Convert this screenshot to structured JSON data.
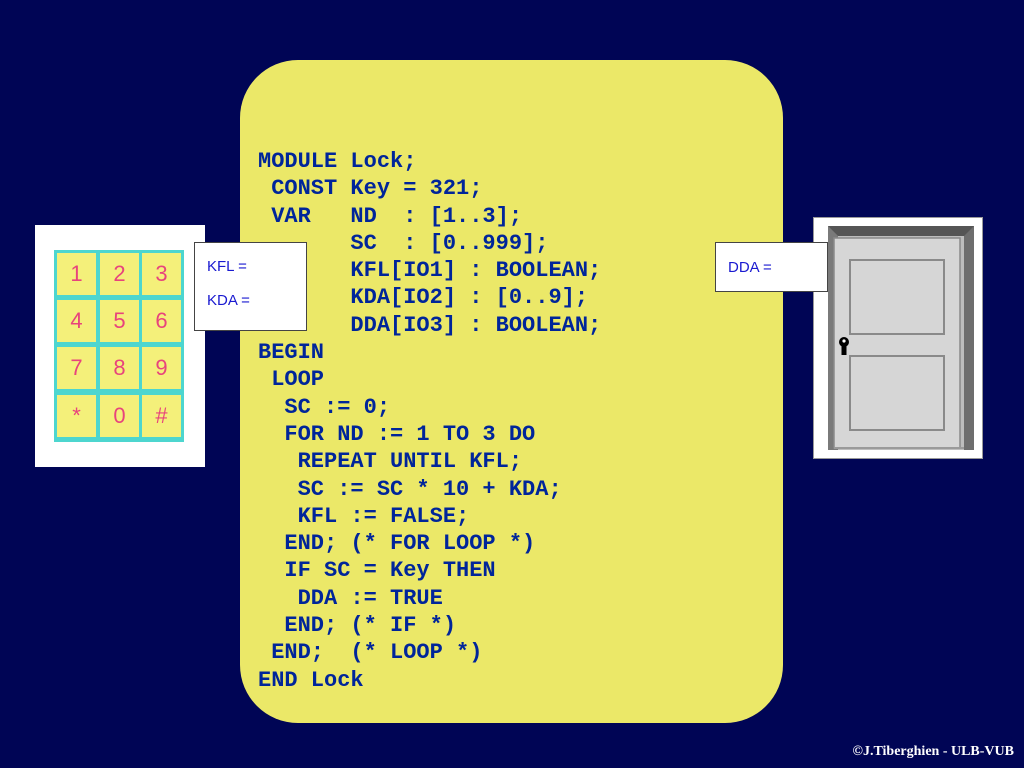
{
  "code_lines": [
    "MODULE Lock;",
    " CONST Key = 321;",
    " VAR   ND  : [1..3];",
    "       SC  : [0..999];",
    "       KFL[IO1] : BOOLEAN;",
    "       KDA[IO2] : [0..9];",
    "       DDA[IO3] : BOOLEAN;",
    "BEGIN",
    " LOOP",
    "  SC := 0;",
    "  FOR ND := 1 TO 3 DO",
    "   REPEAT UNTIL KFL;",
    "   SC := SC * 10 + KDA;",
    "   KFL := FALSE;",
    "  END; (* FOR LOOP *)",
    "  IF SC = Key THEN",
    "   DDA := TRUE",
    "  END; (* IF *)",
    " END;  (* LOOP *)",
    "END Lock"
  ],
  "keypad": {
    "keys": [
      "1",
      "2",
      "3",
      "4",
      "5",
      "6",
      "7",
      "8",
      "9",
      "*",
      "0",
      "#"
    ]
  },
  "keypad_labels": {
    "kfl": "KFL =",
    "kda": "KDA ="
  },
  "door_label": {
    "dda": "DDA ="
  },
  "footer": {
    "copyright": "©J.Tiberghien - ULB-VUB"
  },
  "colors": {
    "background": "#000555",
    "code_panel": "#ebe868",
    "code_text": "#00259a",
    "keypad_grid": "#4dd6cf",
    "key_face": "#f4f07a",
    "key_text": "#e8447c",
    "label_text": "#1a1ad0"
  }
}
